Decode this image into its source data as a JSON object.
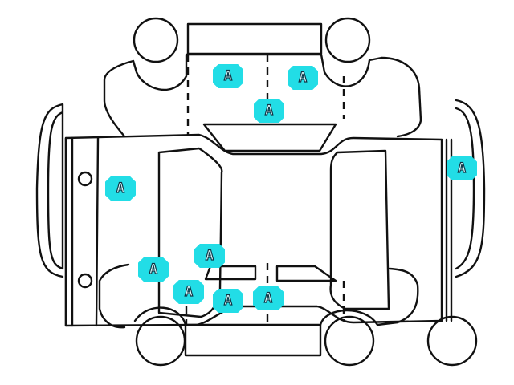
{
  "diagram": {
    "type": "vehicle-damage-chart",
    "marker_color": "#22dde6",
    "markers": [
      {
        "code": "A",
        "panel": "left-rear-door"
      },
      {
        "code": "A",
        "panel": "left-front-door"
      },
      {
        "code": "A",
        "panel": "left-side-sill"
      },
      {
        "code": "A",
        "panel": "rear-trunk"
      },
      {
        "code": "A",
        "panel": "front-bumper"
      },
      {
        "code": "A",
        "panel": "right-a-pillar"
      },
      {
        "code": "A",
        "panel": "right-rear-quarter"
      },
      {
        "code": "A",
        "panel": "right-rear-door-edge"
      },
      {
        "code": "A",
        "panel": "right-rear-door"
      },
      {
        "code": "A",
        "panel": "right-front-door"
      }
    ]
  }
}
